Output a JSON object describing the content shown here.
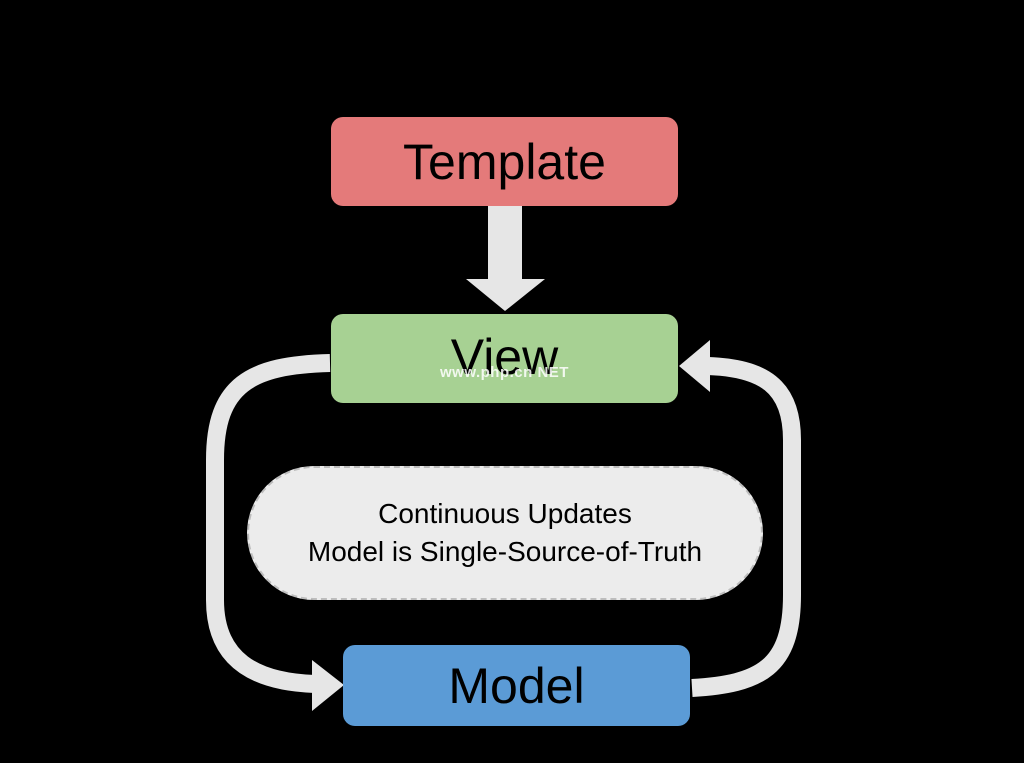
{
  "nodes": {
    "template": "Template",
    "view": "View",
    "model": "Model"
  },
  "watermark": "www.php.cn NET",
  "note": {
    "line1": "Continuous Updates",
    "line2": "Model is Single-Source-of-Truth"
  },
  "colors": {
    "background": "#000000",
    "template": "#e47a7a",
    "view": "#a7d193",
    "model": "#5b9bd6",
    "arrow": "#e6e6e6",
    "note_fill": "#ececec"
  }
}
